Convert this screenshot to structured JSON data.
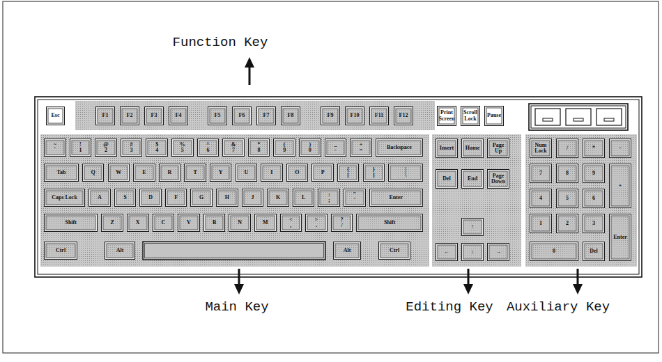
{
  "diagram": {
    "nodes": [
      {
        "text": [
          "Esc"
        ]
      },
      {
        "text": [
          "Function Key"
        ]
      },
      {
        "text": [
          "F1"
        ],
        "in": 1
      },
      {
        "text": [
          "F2"
        ],
        "in": 1
      },
      {
        "text": [
          "F3"
        ],
        "in": 1
      },
      {
        "text": [
          "F4"
        ],
        "in": 1
      },
      {
        "text": [
          "F5"
        ],
        "in": 1
      },
      {
        "text": [
          "F6"
        ],
        "in": 1
      },
      {
        "text": [
          "F7"
        ],
        "in": 1
      },
      {
        "text": [
          "F8"
        ],
        "in": 1
      },
      {
        "text": [
          "F9"
        ],
        "in": 1
      },
      {
        "text": [
          "F10"
        ],
        "in": 1
      },
      {
        "text": [
          "F11"
        ],
        "in": 1
      },
      {
        "text": [
          "F12"
        ],
        "in": 1
      },
      {
        "text": [
          "Print Screen"
        ]
      },
      {
        "text": [
          "Scroll Lock"
        ]
      },
      {
        "text": [
          "Pause"
        ]
      },
      {
        "text": [
          "Main Key"
        ]
      },
      {
        "text": [
          "~",
          "`"
        ],
        "in": 17
      },
      {
        "text": [
          "!",
          "1"
        ],
        "in": 17
      },
      {
        "text": [
          "@",
          "2"
        ],
        "in": 17
      },
      {
        "text": [
          "#",
          "3"
        ],
        "in": 17
      },
      {
        "text": [
          "$",
          "4"
        ],
        "in": 17
      },
      {
        "text": [
          "%",
          "5"
        ],
        "in": 17
      },
      {
        "text": [
          "^",
          "6"
        ],
        "in": 17
      },
      {
        "text": [
          "&",
          "7"
        ],
        "in": 17
      },
      {
        "text": [
          "*",
          "8"
        ],
        "in": 17
      },
      {
        "text": [
          "(",
          "9"
        ],
        "in": 17
      },
      {
        "text": [
          ")",
          "0"
        ],
        "in": 17
      },
      {
        "text": [
          "_",
          "-"
        ],
        "in": 17
      },
      {
        "text": [
          "+",
          "="
        ],
        "in": 17
      },
      {
        "text": [
          "Backspace"
        ],
        "in": 17
      },
      {
        "text": [
          "Tab"
        ],
        "in": 17
      },
      {
        "text": [
          "Q"
        ],
        "in": 17
      },
      {
        "text": [
          "W"
        ],
        "in": 17
      },
      {
        "text": [
          "E"
        ],
        "in": 17
      },
      {
        "text": [
          "R"
        ],
        "in": 17
      },
      {
        "text": [
          "T"
        ],
        "in": 17
      },
      {
        "text": [
          "Y"
        ],
        "in": 17
      },
      {
        "text": [
          "U"
        ],
        "in": 17
      },
      {
        "text": [
          "I"
        ],
        "in": 17
      },
      {
        "text": [
          "O"
        ],
        "in": 17
      },
      {
        "text": [
          "P"
        ],
        "in": 17
      },
      {
        "text": [
          "{",
          "["
        ],
        "in": 17
      },
      {
        "text": [
          "}",
          "]"
        ],
        "in": 17
      },
      {
        "text": [
          "|",
          "\\"
        ],
        "in": 17
      },
      {
        "text": [
          "Caps Lock"
        ],
        "in": 17
      },
      {
        "text": [
          "A"
        ],
        "in": 17
      },
      {
        "text": [
          "S"
        ],
        "in": 17
      },
      {
        "text": [
          "D"
        ],
        "in": 17
      },
      {
        "text": [
          "F"
        ],
        "in": 17
      },
      {
        "text": [
          "G"
        ],
        "in": 17
      },
      {
        "text": [
          "H"
        ],
        "in": 17
      },
      {
        "text": [
          "J"
        ],
        "in": 17
      },
      {
        "text": [
          "K"
        ],
        "in": 17
      },
      {
        "text": [
          "L"
        ],
        "in": 17
      },
      {
        "text": [
          ":",
          ";"
        ],
        "in": 17
      },
      {
        "text": [
          "\"",
          "'"
        ],
        "in": 17
      },
      {
        "text": [
          "Enter"
        ],
        "in": 17
      },
      {
        "text": [
          "Shift"
        ],
        "in": 17
      },
      {
        "text": [
          "Z"
        ],
        "in": 17
      },
      {
        "text": [
          "X"
        ],
        "in": 17
      },
      {
        "text": [
          "C"
        ],
        "in": 17
      },
      {
        "text": [
          "V"
        ],
        "in": 17
      },
      {
        "text": [
          "B"
        ],
        "in": 17
      },
      {
        "text": [
          "N"
        ],
        "in": 17
      },
      {
        "text": [
          "M"
        ],
        "in": 17
      },
      {
        "text": [
          "<",
          ","
        ],
        "in": 17
      },
      {
        "text": [
          ">",
          "."
        ],
        "in": 17
      },
      {
        "text": [
          "?",
          "/"
        ],
        "in": 17
      },
      {
        "text": [
          "Shift"
        ],
        "in": 17
      },
      {
        "text": [
          "Ctrl"
        ],
        "in": 17
      },
      {
        "text": [
          "Alt"
        ],
        "in": 17
      },
      {
        "text": [
          "Alt"
        ],
        "in": 17
      },
      {
        "text": [
          "Ctrl"
        ],
        "in": 17
      },
      {
        "text": [
          "Editing Key"
        ]
      },
      {
        "text": [
          "Insert"
        ],
        "in": 75
      },
      {
        "text": [
          "Home"
        ],
        "in": 75
      },
      {
        "text": [
          "Page Up"
        ],
        "in": 75
      },
      {
        "text": [
          "Del"
        ],
        "in": 75
      },
      {
        "text": [
          "End"
        ],
        "in": 75
      },
      {
        "text": [
          "Page Down"
        ],
        "in": 75
      },
      {
        "text": [
          "↑"
        ],
        "in": 75
      },
      {
        "text": [
          "←"
        ],
        "in": 75
      },
      {
        "text": [
          "↓"
        ],
        "in": 75
      },
      {
        "text": [
          "→"
        ],
        "in": 75
      },
      {
        "text": [
          "Auxiliary Key"
        ]
      },
      {
        "text": [
          "Num Lock"
        ],
        "in": 86
      },
      {
        "text": [
          "/"
        ],
        "in": 86
      },
      {
        "text": [
          "*"
        ],
        "in": 86
      },
      {
        "text": [
          "-"
        ],
        "in": 86
      },
      {
        "text": [
          "7"
        ],
        "in": 86
      },
      {
        "text": [
          "8"
        ],
        "in": 86
      },
      {
        "text": [
          "9"
        ],
        "in": 86
      },
      {
        "text": [
          "+"
        ],
        "in": 86
      },
      {
        "text": [
          "4"
        ],
        "in": 86
      },
      {
        "text": [
          "5"
        ],
        "in": 86
      },
      {
        "text": [
          "6"
        ],
        "in": 86
      },
      {
        "text": [
          "1"
        ],
        "in": 86
      },
      {
        "text": [
          "2"
        ],
        "in": 86
      },
      {
        "text": [
          "3"
        ],
        "in": 86
      },
      {
        "text": [
          "Enter"
        ],
        "in": 86
      },
      {
        "text": [
          "0"
        ],
        "in": 86
      },
      {
        "text": [
          "Del"
        ],
        "in": 86
      }
    ]
  }
}
